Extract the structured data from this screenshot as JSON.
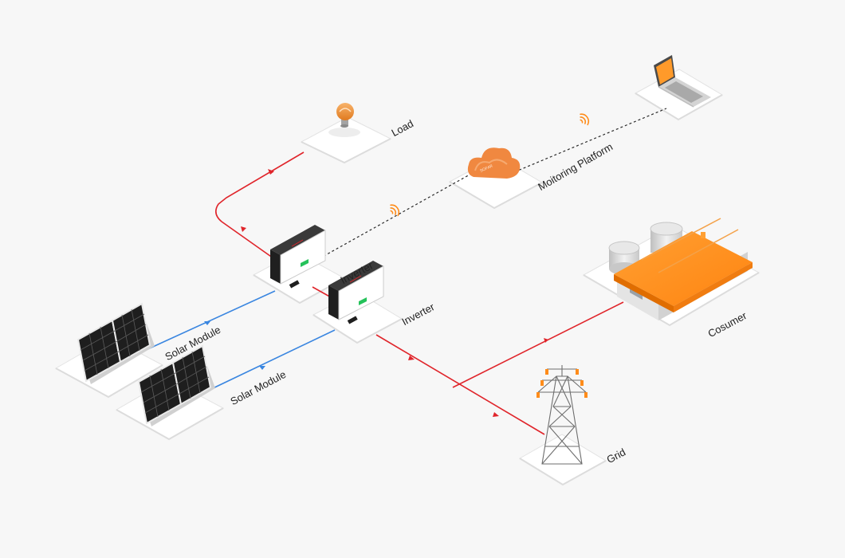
{
  "labels": {
    "load": "Load",
    "monitoring": "Moitoring Platform",
    "inverter_top": "Inverter",
    "inverter_bottom": "Inverter",
    "solar_top": "Solar Module",
    "solar_bottom": "Solar Module",
    "consumer": "Cosumer",
    "grid": "Grid"
  },
  "colors": {
    "background": "#f7f7f7",
    "ac_line": "#e0252b",
    "dc_line": "#3a86e0",
    "data_link": "#2b2b2b",
    "accent": "#ff8c1a"
  }
}
